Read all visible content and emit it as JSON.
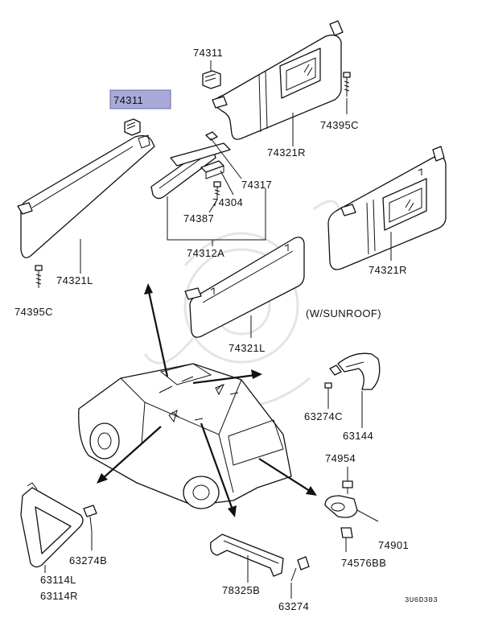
{
  "labels": {
    "clip_74311_top": "74311",
    "clip_74311_highlight": "74311",
    "screw_74395c_right": "74395C",
    "visor_74321r_top": "74321R",
    "lamp_74317": "74317",
    "bracket_74304": "74304",
    "screw_74387": "74387",
    "lamp_assy_74312a": "74312A",
    "visor_74321l_top": "74321L",
    "screw_74395c_left": "74395C",
    "visor_74321r_sunroof": "74321R",
    "variant_sunroof": "(W/SUNROOF)",
    "visor_74321l_sunroof": "74321L",
    "clip_63274c": "63274C",
    "handle_63144": "63144",
    "bolt_74954": "74954",
    "bracket_74901": "74901",
    "nut_74576bb": "74576BB",
    "clip_63274b": "63274B",
    "trim_63114l": "63114L",
    "trim_63114r": "63114R",
    "grip_78325b": "78325B",
    "screw_63274": "63274",
    "diagram_code": "3U6D303"
  },
  "colors": {
    "highlight_fill": "#a9a9d9",
    "highlight_stroke": "#6a6aa8",
    "line": "#111111",
    "watermark": "#e4e4e4"
  }
}
